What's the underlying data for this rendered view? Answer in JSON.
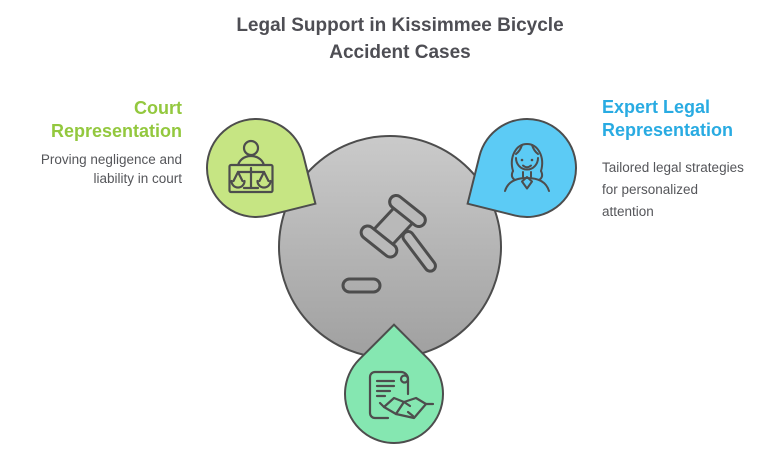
{
  "title": {
    "line1": "Legal Support in Kissimmee Bicycle",
    "line2": "Accident Cases",
    "color": "#4e4e54"
  },
  "nodes": {
    "court": {
      "label": {
        "line1": "Court",
        "line2": "Representation"
      },
      "desc": {
        "line1": "Proving negligence and",
        "line2": "liability in court"
      },
      "accent_color": "#93c83e",
      "bubble_color": "#c6e583",
      "icon": "judge-with-scales-icon"
    },
    "expert": {
      "label": {
        "line1": "Expert Legal",
        "line2": "Representation"
      },
      "desc": {
        "line1": "Tailored legal strategies",
        "line2": "for personalized",
        "line3": "attention"
      },
      "accent_color": "#29abe2",
      "bubble_color": "#5ccbf5",
      "icon": "female-lawyer-icon"
    },
    "agreement": {
      "bubble_color": "#85e7b1",
      "icon": "contract-handshake-icon"
    }
  },
  "center": {
    "icon": "gavel-icon",
    "fill_top": "#cacaca",
    "fill_bottom": "#a0a0a0",
    "outline_color": "#4d4d4d"
  },
  "text_color": "#55565a"
}
